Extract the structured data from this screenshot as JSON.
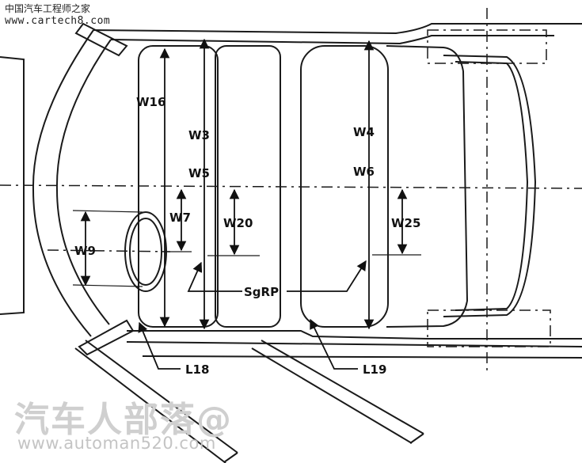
{
  "watermark_top": {
    "title": "中国汽车工程师之家",
    "site": "www.cartech8.com"
  },
  "watermark_bottom": {
    "brand": "汽车人部落@",
    "url": "www.automan520.com"
  },
  "labels": {
    "w16": "W16",
    "w3": "W3",
    "w5": "W5",
    "w4": "W4",
    "w6": "W6",
    "w7": "W7",
    "w20": "W20",
    "w25": "W25",
    "w9": "W9",
    "sgrp": "SgRP",
    "l18": "L18",
    "l19": "L19"
  }
}
